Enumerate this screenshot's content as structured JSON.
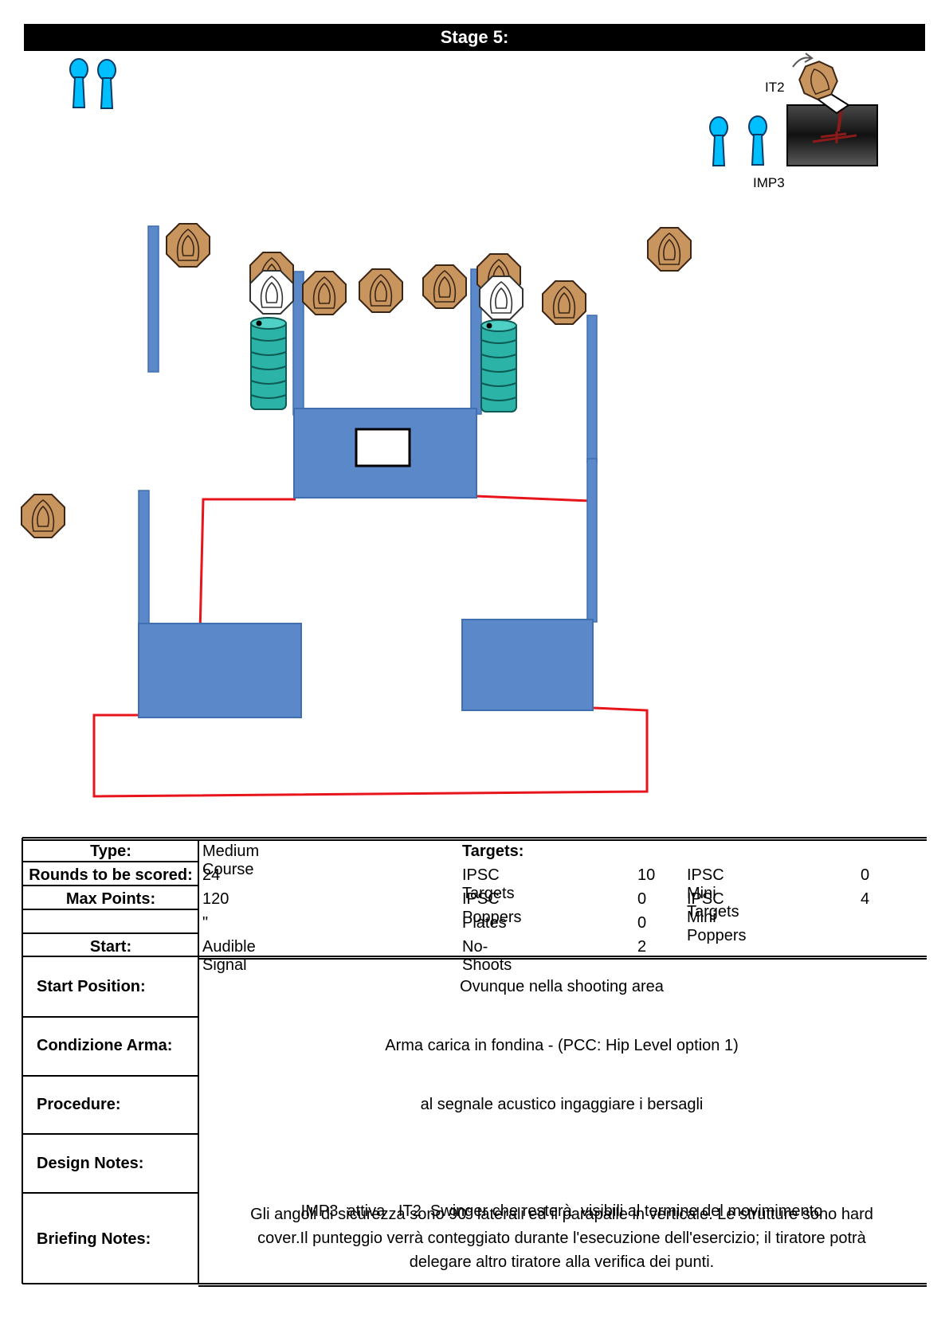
{
  "stage_title": "Stage 5:",
  "diagram_labels": {
    "it2": "IT2",
    "imp3": "IMP3"
  },
  "colors": {
    "wall": "#5b88c8",
    "fault_line": "#e8141c",
    "popper": "#00bfff",
    "target": "#c8955f",
    "barrel": "#2ab3a6",
    "no_shoot": "#ffffff"
  },
  "summary": {
    "rows": [
      {
        "label": "Type:",
        "value": "Medium Course"
      },
      {
        "label": "Rounds to be scored:",
        "value": "24"
      },
      {
        "label": "Max Points:",
        "value": "120"
      },
      {
        "label": "",
        "value": "\""
      },
      {
        "label": "Start:",
        "value": "Audible Signal"
      }
    ],
    "targets_header": "Targets:",
    "targets": [
      {
        "name": "IPSC Targets",
        "count": "10"
      },
      {
        "name": "IPSC Poppers",
        "count": "0"
      },
      {
        "name": "Plates",
        "count": "0"
      },
      {
        "name": "No-Shoots",
        "count": "2"
      }
    ],
    "mini": [
      {
        "name": "IPSC Mini Targets",
        "count": "0"
      },
      {
        "name": "IPSC Mini Poppers",
        "count": "4"
      }
    ]
  },
  "details": [
    {
      "label": "Start Position:",
      "lines": [
        "Ovunque nella shooting area"
      ]
    },
    {
      "label": "Condizione Arma:",
      "lines": [
        "Arma carica in fondina - (PCC: Hip Level option 1)"
      ]
    },
    {
      "label": "Procedure:",
      "lines": [
        "al segnale acustico ingaggiare i bersagli"
      ]
    },
    {
      "label": "Design Notes:",
      "lines": [
        "IMP3  attiva   IT2  Swinger che resterà  visibili al termine del movimimento"
      ]
    },
    {
      "label": "Briefing Notes:",
      "lines": [
        "Gli angoli di sicurezza sono 90° laterali ed il parapalle in verticale. Le strutture sono hard",
        "cover.Il punteggio verrà conteggiato durante l'esecuzione dell'esercizio; il tiratore potrà",
        "delegare altro tiratore alla verifica  dei punti."
      ]
    }
  ]
}
